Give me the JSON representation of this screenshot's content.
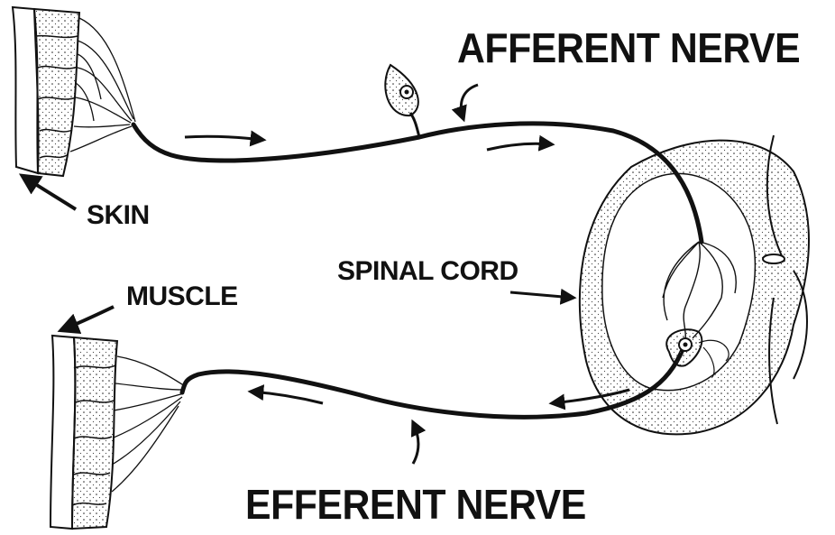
{
  "labels": {
    "afferent_nerve": "AFFERENT NERVE",
    "efferent_nerve": "EFFERENT NERVE",
    "skin": "SKIN",
    "muscle": "MUSCLE",
    "spinal_cord": "SPINAL CORD"
  },
  "colors": {
    "ink": "#111111",
    "background": "#ffffff"
  }
}
